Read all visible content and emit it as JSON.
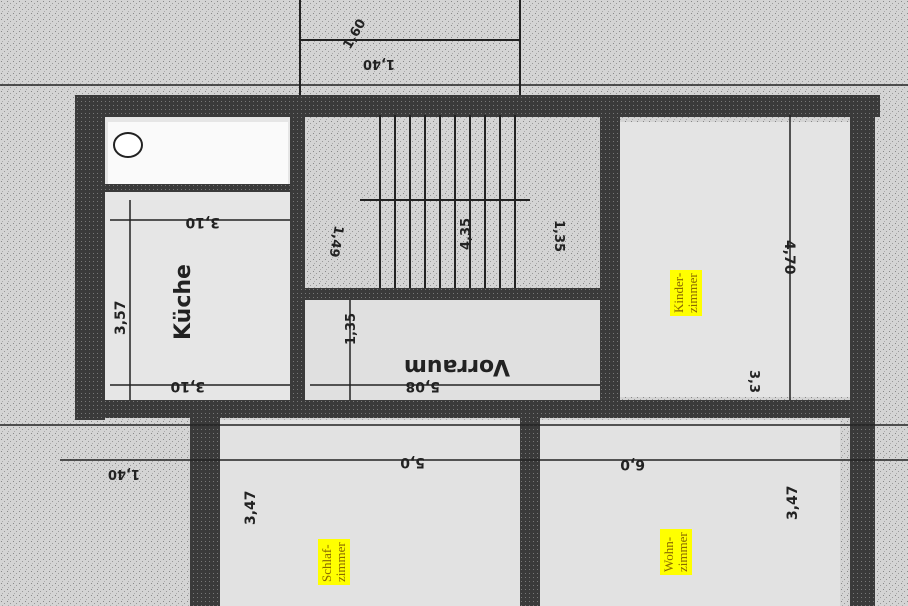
{
  "rooms": {
    "kinderzimmer": [
      "Kinder-",
      "zimmer"
    ],
    "schlafzimmer": [
      "Schlaf-",
      "zimmer"
    ],
    "wohnzimmer": [
      "Wohn-",
      "zimmer"
    ],
    "kueche": "Küche",
    "vorraum": "Vorraum"
  },
  "dimensions": {
    "kueche_width_top": "3,10",
    "kueche_width_bottom": "3,10",
    "kueche_depth": "3,57",
    "kinder_depth": "4,70",
    "kinder_width": "3,3",
    "vorraum_length": "5,08",
    "vorraum_width": "1,35",
    "schlaf_width": "5,0",
    "wohn_width": "6,0",
    "schlaf_depth": "3,47",
    "wohn_depth": "3,47",
    "left_small": "1,40",
    "stair_a": "4,35",
    "stair_b": "1,35",
    "stair_c": "1,49",
    "top_a": "1,40",
    "top_b": "1,60"
  },
  "colors": {
    "wall": "#3a3a3a",
    "highlight": "#ffff00",
    "paper": "#cfcfcf"
  }
}
